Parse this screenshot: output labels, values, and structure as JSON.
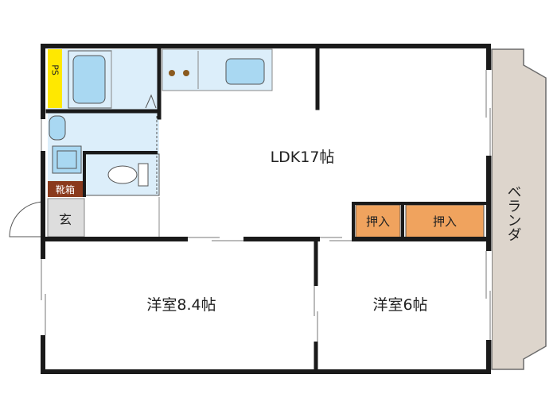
{
  "rooms": {
    "ldk": "LDK17帖",
    "western_large": "洋室8.4帖",
    "western_small": "洋室6帖",
    "veranda": "ベランダ",
    "closet_left": "押入",
    "closet_right": "押入",
    "entrance": "玄",
    "shoe_box": "靴箱",
    "pipe_space": "PS"
  },
  "colors": {
    "wall": "#1a1a1a",
    "wet_area": "#dceefa",
    "fixture_blue": "#a9d8f2",
    "closet": "#f0a35e",
    "pipe_space": "#ffe800",
    "veranda": "#ddd5cc",
    "entrance": "#dddddd",
    "shoe_box": "#8a3a1c"
  }
}
